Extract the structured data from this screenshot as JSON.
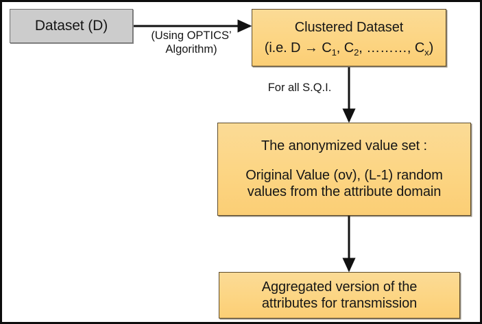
{
  "diagram": {
    "title": "Anonymization workflow flowchart",
    "colors": {
      "source_fill": "#CCCCCC",
      "process_fill": "#FCD583",
      "border": "#5C4A2A",
      "arrow": "#111111",
      "frame": "#0D0D0D"
    },
    "nodes": {
      "dataset": {
        "label": "Dataset (D)"
      },
      "clustered": {
        "line1": "Clustered Dataset",
        "line2_prefix": "(i.e. D → C",
        "sub1": "1",
        "mid1": ", C",
        "sub2": "2",
        "mid2": ", ………, C",
        "sub3": "x",
        "line2_suffix": ")"
      },
      "anonymized": {
        "line1": "The anonymized value set :",
        "line2": "Original Value (ov), (L-1) random",
        "line3": "values from the attribute domain"
      },
      "aggregated": {
        "line1": "Aggregated version of the",
        "line2": "attributes for transmission"
      }
    },
    "edges": {
      "optics": {
        "line1": "(Using OPTICS’",
        "line2": "Algorithm)"
      },
      "sqi": {
        "label": "For all S.Q.I."
      },
      "plain": {
        "label": ""
      }
    }
  }
}
